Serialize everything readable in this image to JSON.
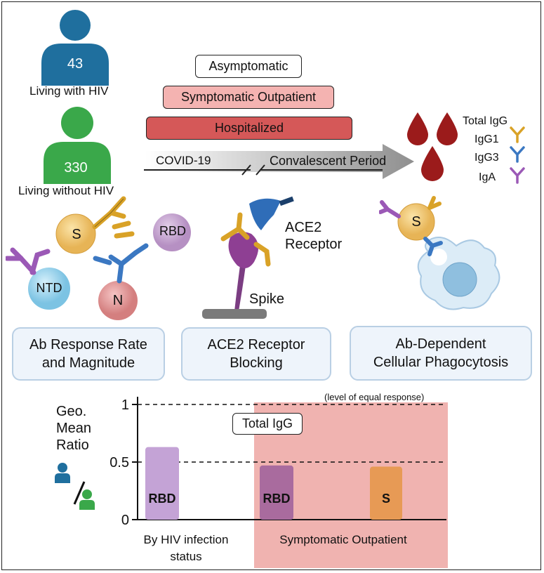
{
  "cohorts": {
    "with_hiv": {
      "count": "43",
      "label": "Living with HIV",
      "color": "#1f6f9e"
    },
    "without_hiv": {
      "count": "330",
      "label": "Living without HIV",
      "color": "#3aa84a"
    }
  },
  "severity": {
    "asymptomatic": "Asymptomatic",
    "outpatient": "Symptomatic Outpatient",
    "hospitalized": "Hospitalized"
  },
  "timeline": {
    "phase1": "COVID-19",
    "phase2": "Convalescent Period"
  },
  "antibodies": {
    "items": [
      {
        "label": "Total IgG",
        "color": "#d9a227"
      },
      {
        "label": "IgG1",
        "color": "#d9a227"
      },
      {
        "label": "IgG3",
        "color": "#3b78c2"
      },
      {
        "label": "IgA",
        "color": "#9b59b6"
      }
    ]
  },
  "antigens": {
    "s": "S",
    "rbd": "RBD",
    "ntd": "NTD",
    "n": "N"
  },
  "ace2": {
    "receptor_line1": "ACE2",
    "receptor_line2": "Receptor",
    "spike": "Spike"
  },
  "phago_antigen": "S",
  "assays": {
    "ab_response": {
      "line1": "Ab Response Rate",
      "line2": "and Magnitude"
    },
    "ace2_block": {
      "line1": "ACE2 Receptor",
      "line2": "Blocking"
    },
    "adcp": {
      "line1": "Ab-Dependent",
      "line2": "Cellular Phagocytosis"
    }
  },
  "chart_data": {
    "type": "bar",
    "ylabel": [
      "Geo.",
      "Mean",
      "Ratio"
    ],
    "yticks": [
      "1",
      "0.5",
      "0"
    ],
    "ylim": [
      0,
      1.05
    ],
    "reference_lines": [
      {
        "y": 1,
        "label": "(level of equal response)"
      },
      {
        "y": 0.5,
        "label": ""
      }
    ],
    "legend_box": "Total IgG",
    "groups": [
      {
        "name": "By HIV infection status",
        "name_lines": [
          "By HIV infection",
          "status"
        ],
        "highlight": false,
        "bars": [
          {
            "label": "RBD",
            "value": 0.63,
            "color": "#c4a3d6"
          }
        ]
      },
      {
        "name": "Symptomatic Outpatient",
        "name_lines": [
          "Symptomatic Outpatient"
        ],
        "highlight": true,
        "bars": [
          {
            "label": "RBD",
            "value": 0.47,
            "color": "#a96b9e"
          },
          {
            "label": "S",
            "value": 0.46,
            "color": "#e79a55"
          }
        ]
      }
    ],
    "highlight_color": "#f0b3b0"
  }
}
